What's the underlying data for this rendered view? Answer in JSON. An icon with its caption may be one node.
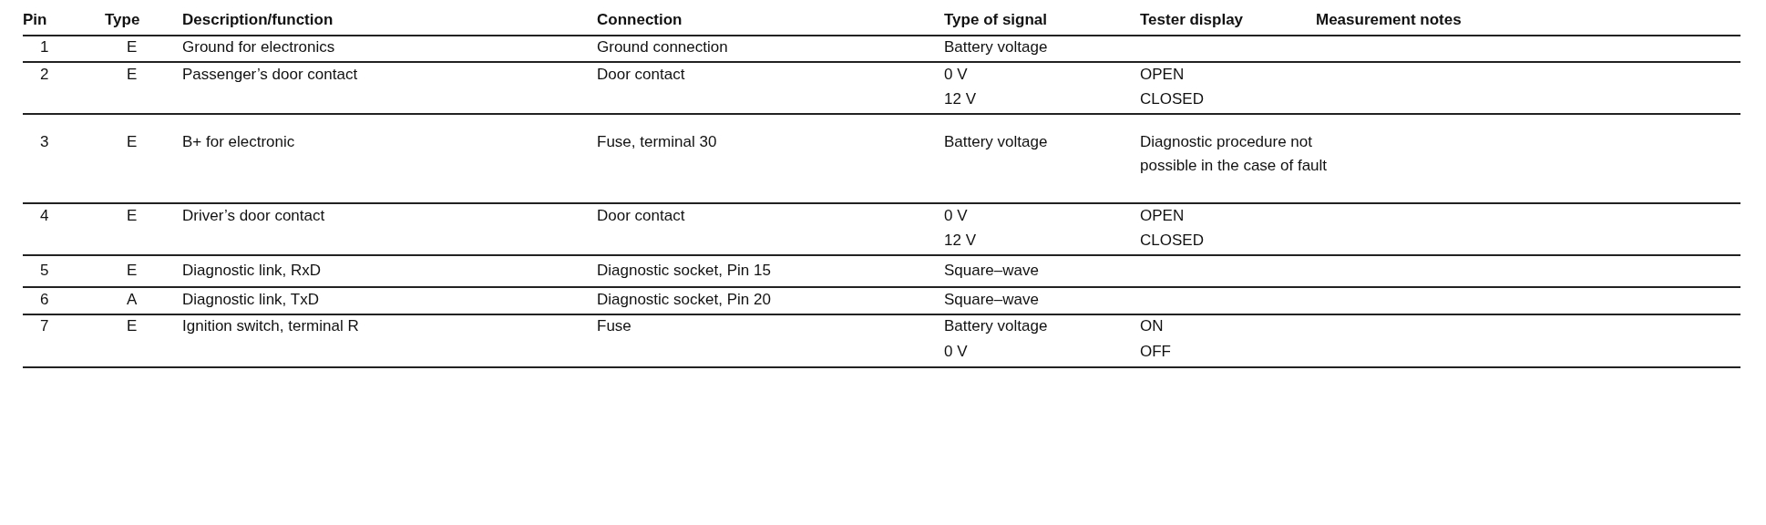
{
  "diagram": {
    "labels": [
      "Pin",
      "Type",
      "Description/function",
      "Connection",
      "Type of signal",
      "Tester display",
      "Measurement notes",
      "1",
      "E",
      "Ground for electronics",
      "Ground connection",
      "Battery voltage",
      "2",
      "E",
      "Passenger’s door contact",
      "Door contact",
      "0 V",
      "12 V",
      "OPEN",
      "CLOSED",
      "3",
      "E",
      "B+ for electronic",
      "Fuse, terminal 30",
      "Battery voltage",
      "Diagnostic procedure not possible in the case of fault",
      "4",
      "E",
      "Driver’s door contact",
      "Door contact",
      "0 V",
      "12 V",
      "OPEN",
      "CLOSED",
      "5",
      "E",
      "Diagnostic link, RxD",
      "Diagnostic socket, Pin 15",
      "Square–wave",
      "6",
      "A",
      "Diagnostic link, TxD",
      "Diagnostic socket, Pin 20",
      "Square–wave",
      "7",
      "E",
      "Ignition switch, terminal R",
      "Fuse",
      "Battery voltage",
      "0 V",
      "ON",
      "OFF"
    ]
  }
}
